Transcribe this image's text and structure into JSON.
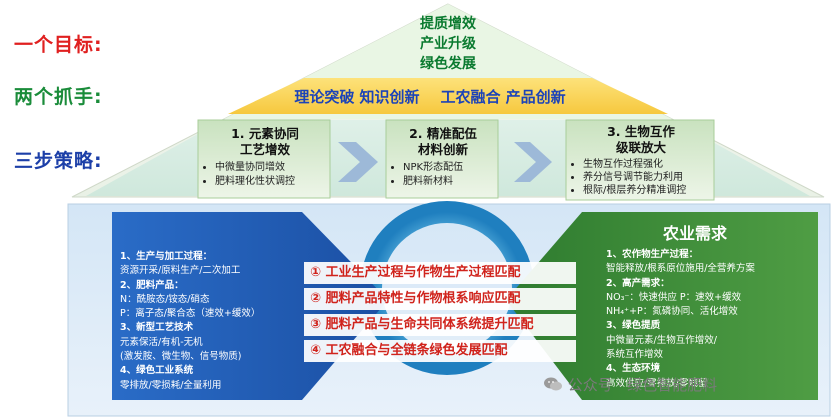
{
  "labels": {
    "goal_label": "一个目标:",
    "levers_label": "两个抓手:",
    "strategy_label": "三步策略:"
  },
  "goal": [
    "提质增效",
    "产业升级",
    "绿色发展"
  ],
  "levers": "理论突破 知识创新    工农融合 产品创新",
  "steps": [
    {
      "title1": "1. 元素协同",
      "title2": "工艺增效",
      "bullets": [
        "中微量协同增效",
        "肥料理化性状调控"
      ]
    },
    {
      "title1": "2. 精准配伍",
      "title2": "材料创新",
      "bullets": [
        "NPK形态配伍",
        "肥料新材料"
      ]
    },
    {
      "title1": "3. 生物互作",
      "title2": "级联放大",
      "bullets": [
        "生物互作过程强化",
        "养分信号调节能力利用",
        "根际/根层养分精准调控"
      ]
    }
  ],
  "production": [
    {
      "title": "1、生产与加工过程：",
      "lines": [
        "资源开采/原料生产/二次加工"
      ]
    },
    {
      "title": "2、肥料产品：",
      "lines": [
        "N：酰胺态/铵态/硝态",
        "P：离子态/聚合态（速效+缓效）"
      ]
    },
    {
      "title": "3、新型工艺技术",
      "lines": [
        "元素保活/有机-无机",
        "(激发胺、微生物、信号物质)"
      ]
    },
    {
      "title": "4、绿色工业系统",
      "lines": [
        "零排放/零损耗/全量利用"
      ]
    }
  ],
  "matches": [
    "① 工业生产过程与作物生产过程匹配",
    "② 肥料产品特性与作物根系响应匹配",
    "③ 肥料产品与生命共同体系统提升匹配",
    "④ 工农融合与全链条绿色发展匹配"
  ],
  "demand": {
    "title": "农业需求",
    "items": [
      {
        "title": "1、农作物生产过程：",
        "lines": [
          "智能释放/根系原位施用/全营养方案"
        ]
      },
      {
        "title": "2、高产需求：",
        "lines": [
          "NO₃⁻：快速供应  P：速效+缓效",
          "NH₄⁺+P：氮磷协同、活化增效"
        ]
      },
      {
        "title": "3、绿色提质",
        "lines": [
          "中微量元素/生物互作增效/",
          "系统互作增效"
        ]
      },
      {
        "title": "4、生态环境",
        "lines": [
          "高效供应/零排放/零残留"
        ]
      }
    ]
  },
  "watermark": "公众号 · 绿色智能肥料",
  "colors": {
    "red_label": "#e02020",
    "green_label": "#1a8c3a",
    "blue_label": "#1c3fa8",
    "blue_arrow": "#1e5fbf",
    "green_arrow": "#3f8f3a",
    "match_text": "#d0231c"
  },
  "icons": [
    "chevron-right-icon",
    "wechat-icon"
  ]
}
